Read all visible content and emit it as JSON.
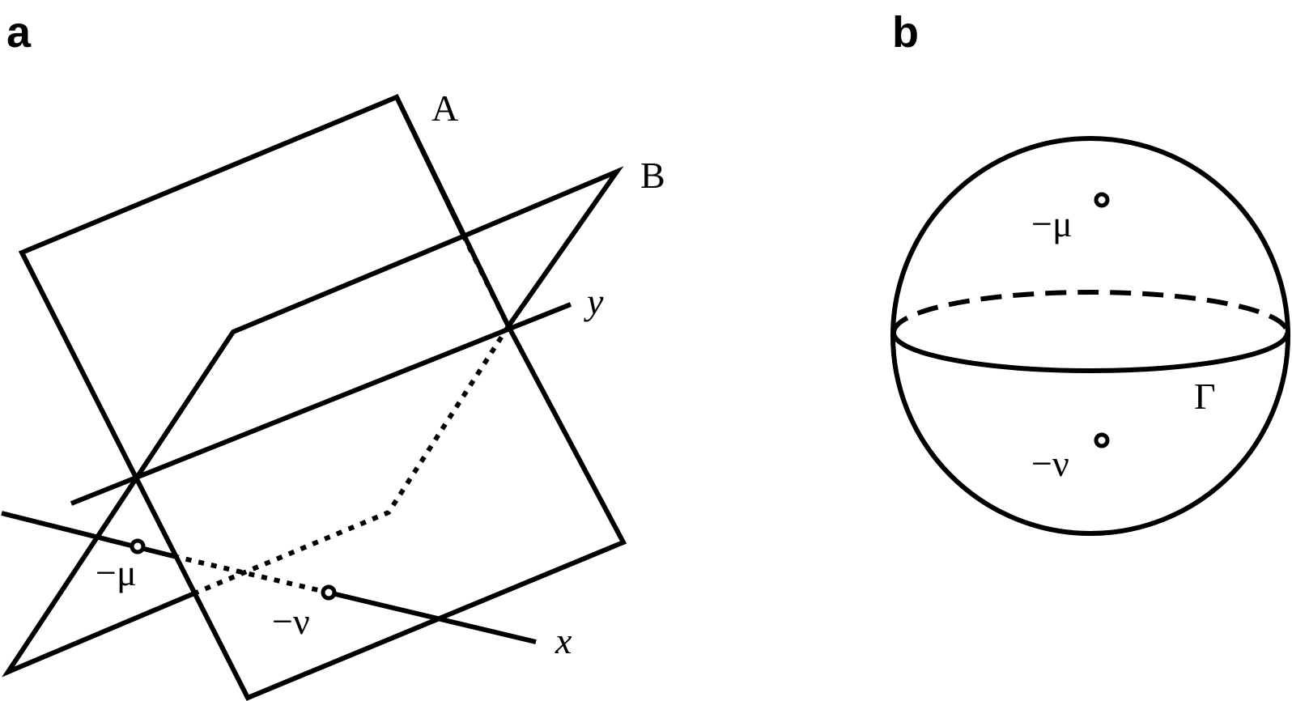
{
  "panels": {
    "a": {
      "letter": "a",
      "labels": {
        "plane_A": "A",
        "plane_B": "B",
        "axis_y": "y",
        "axis_x": "x",
        "mu": "−μ",
        "nu": "−ν"
      }
    },
    "b": {
      "letter": "b",
      "labels": {
        "mu": "−μ",
        "nu": "−ν",
        "gamma": "Γ"
      }
    }
  }
}
